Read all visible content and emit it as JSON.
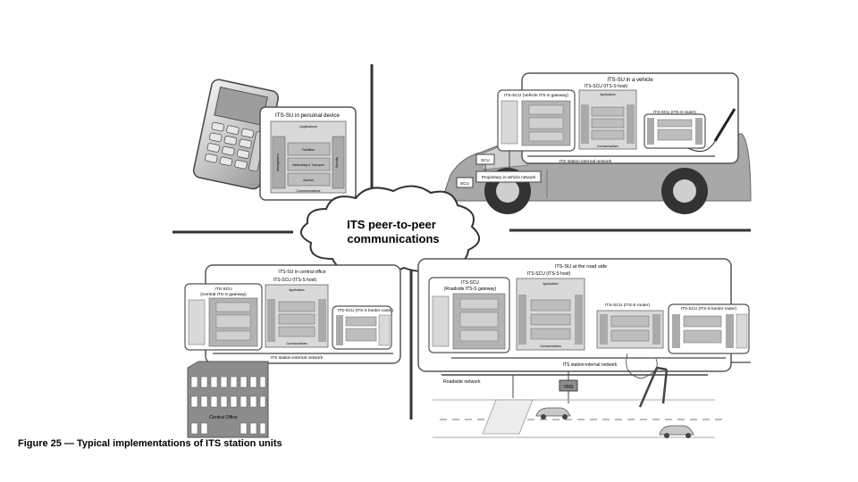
{
  "caption": "Figure 25 — Typical implementations of ITS station units",
  "cloud": {
    "line1": "ITS peer-to-peer",
    "line2": "communications"
  },
  "personal": {
    "title": "ITS-SU in personal device",
    "applications": "Applications",
    "facilities": "Facilities",
    "networking": "Networking & Transport",
    "access": "Access",
    "management": "Management",
    "security": "Security",
    "communications": "Communications"
  },
  "vehicle": {
    "title": "ITS-SU in a vehicle",
    "host": "ITS-SCU (ITS-S host)",
    "gateway": "ITS-SCU (Vehicle ITS-S gateway)",
    "router": "ITS-SCU (ITS-S router)",
    "network": "ITS station-internal network",
    "proprietary": "Proprietary in-vehicle network",
    "ecu": "ECU",
    "applications": "Applications",
    "communications": "Communications"
  },
  "central": {
    "title": "ITS-SU in central office",
    "host": "ITS-SCU (ITS-S host)",
    "gateway_line1": "ITS-SCU",
    "gateway_line2": "(Central ITS-S gateway)",
    "border": "ITS-SCU (ITS-S border router)",
    "network": "ITS station-internal network",
    "building": "Central Office",
    "applications": "Applications",
    "communications": "Communications"
  },
  "roadside": {
    "title": "ITS-SU at the road side",
    "gateway_line1": "ITS-SCU",
    "gateway_line2": "(Roadside ITS-S gateway)",
    "host": "ITS-SCU (ITS-S host)",
    "router": "ITS-SCU (ITS-S router)",
    "border": "ITS-SCU (ITS-S border router)",
    "network": "ITS station-internal network",
    "roadside_network": "Roadside network",
    "vms": "VMS",
    "applications": "Applications",
    "communications": "Communications"
  },
  "colors": {
    "frame": "#555555",
    "block": "#b3b3b3",
    "block_dark": "#8c8c8c",
    "light": "#e6e6e6"
  }
}
